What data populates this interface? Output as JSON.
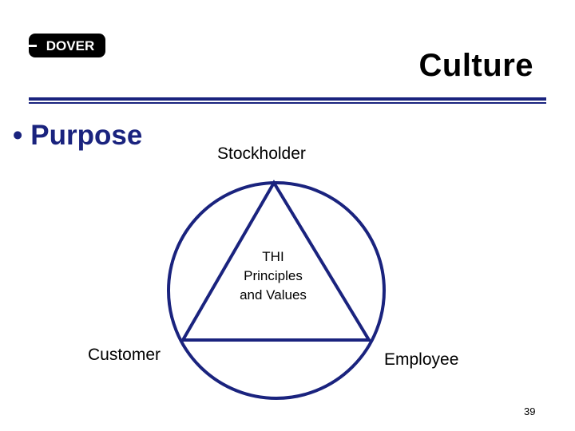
{
  "header": {
    "title": "Culture",
    "logo_text": "DOVER"
  },
  "bullet": {
    "text": "Purpose"
  },
  "diagram": {
    "top_label": "Stockholder",
    "left_label": "Customer",
    "right_label": "Employee",
    "center_lines": [
      "THI",
      "Principles",
      "and Values"
    ]
  },
  "footer": {
    "page_number": "39"
  },
  "colors": {
    "accent": "#1a237e",
    "text": "#000000",
    "background": "#ffffff"
  }
}
